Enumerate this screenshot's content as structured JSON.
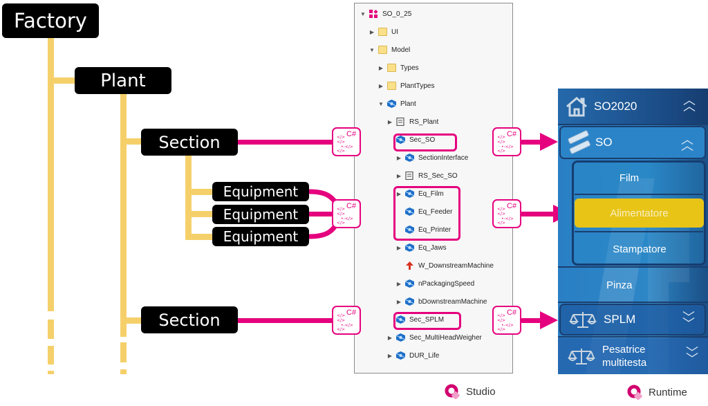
{
  "hierarchy": {
    "factory": "Factory",
    "plant": "Plant",
    "section_1": "Section",
    "equipment": [
      "Equipment",
      "Equipment",
      "Equipment"
    ],
    "section_2": "Section"
  },
  "connector_label": "C#",
  "studio_tree": {
    "items": [
      {
        "label": "SO_0_25",
        "icon": "project-icon",
        "expander": "expanded"
      },
      {
        "label": "UI",
        "icon": "folder-icon",
        "expander": "collapsed"
      },
      {
        "label": "Model",
        "icon": "folder-icon",
        "expander": "expanded"
      },
      {
        "label": "Types",
        "icon": "folder-icon",
        "expander": "collapsed"
      },
      {
        "label": "PlantTypes",
        "icon": "folder-icon",
        "expander": "collapsed"
      },
      {
        "label": "Plant",
        "icon": "object-icon",
        "expander": "expanded"
      },
      {
        "label": "RS_Plant",
        "icon": "recordset-icon",
        "expander": "collapsed"
      },
      {
        "label": "Sec_SO",
        "icon": "object-icon",
        "expander": "none",
        "highlighted": true
      },
      {
        "label": "SectionInterface",
        "icon": "object-icon",
        "expander": "collapsed"
      },
      {
        "label": "RS_Sec_SO",
        "icon": "recordset-icon",
        "expander": "collapsed"
      },
      {
        "label": "Eq_Film",
        "icon": "object-icon",
        "expander": "collapsed",
        "highlighted": true
      },
      {
        "label": "Eq_Feeder",
        "icon": "object-icon",
        "expander": "none",
        "highlighted": true
      },
      {
        "label": "Eq_Printer",
        "icon": "object-icon",
        "expander": "none",
        "highlighted": true
      },
      {
        "label": "Eq_Jaws",
        "icon": "object-icon",
        "expander": "collapsed"
      },
      {
        "label": "W_DownstreamMachine",
        "icon": "alarm-icon",
        "expander": "none"
      },
      {
        "label": "nPackagingSpeed",
        "icon": "object-icon",
        "expander": "collapsed"
      },
      {
        "label": "bDownstreamMachine",
        "icon": "object-icon",
        "expander": "collapsed"
      },
      {
        "label": "Sec_SPLM",
        "icon": "object-icon",
        "expander": "none",
        "highlighted": true
      },
      {
        "label": "Sec_MultiHeadWeigher",
        "icon": "object-icon",
        "expander": "collapsed"
      },
      {
        "label": "DUR_Life",
        "icon": "object-icon",
        "expander": "collapsed"
      }
    ]
  },
  "runtime_menu": {
    "root": {
      "label": "SO2020",
      "icon": "home-icon",
      "chevron": "up"
    },
    "section_so": {
      "label": "SO",
      "icon": "tape-icon",
      "chevron": "up"
    },
    "sub_items": [
      {
        "label": "Film",
        "selected": false
      },
      {
        "label": "Alimentatore",
        "selected": true
      },
      {
        "label": "Stampatore",
        "selected": false
      }
    ],
    "pinza": "Pinza",
    "section_splm": {
      "label": "SPLM",
      "icon": "scale-icon",
      "chevron": "down"
    },
    "section_mhw": {
      "label_line1": "Pesatrice",
      "label_line2": "multitesta",
      "icon": "scale-icon",
      "chevron": "down"
    }
  },
  "footer": {
    "studio": "Studio",
    "runtime": "Runtime"
  },
  "colors": {
    "accent_magenta": "#e5007e",
    "tree_line_yellow": "#f5d06a",
    "selected_yellow": "#e8c417",
    "runtime_blue": "#2a7fc4"
  }
}
